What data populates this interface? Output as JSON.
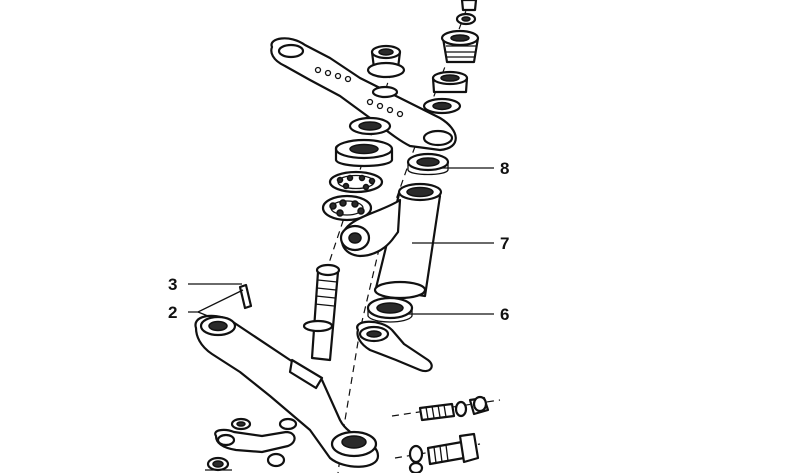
{
  "callouts": [
    {
      "id": "2",
      "label": "2"
    },
    {
      "id": "3",
      "label": "3"
    },
    {
      "id": "6",
      "label": "6"
    },
    {
      "id": "7",
      "label": "7"
    },
    {
      "id": "8",
      "label": "8"
    }
  ],
  "colors": {
    "ink": "#111111",
    "paper": "#ffffff",
    "shade": "#2a2a2a"
  }
}
